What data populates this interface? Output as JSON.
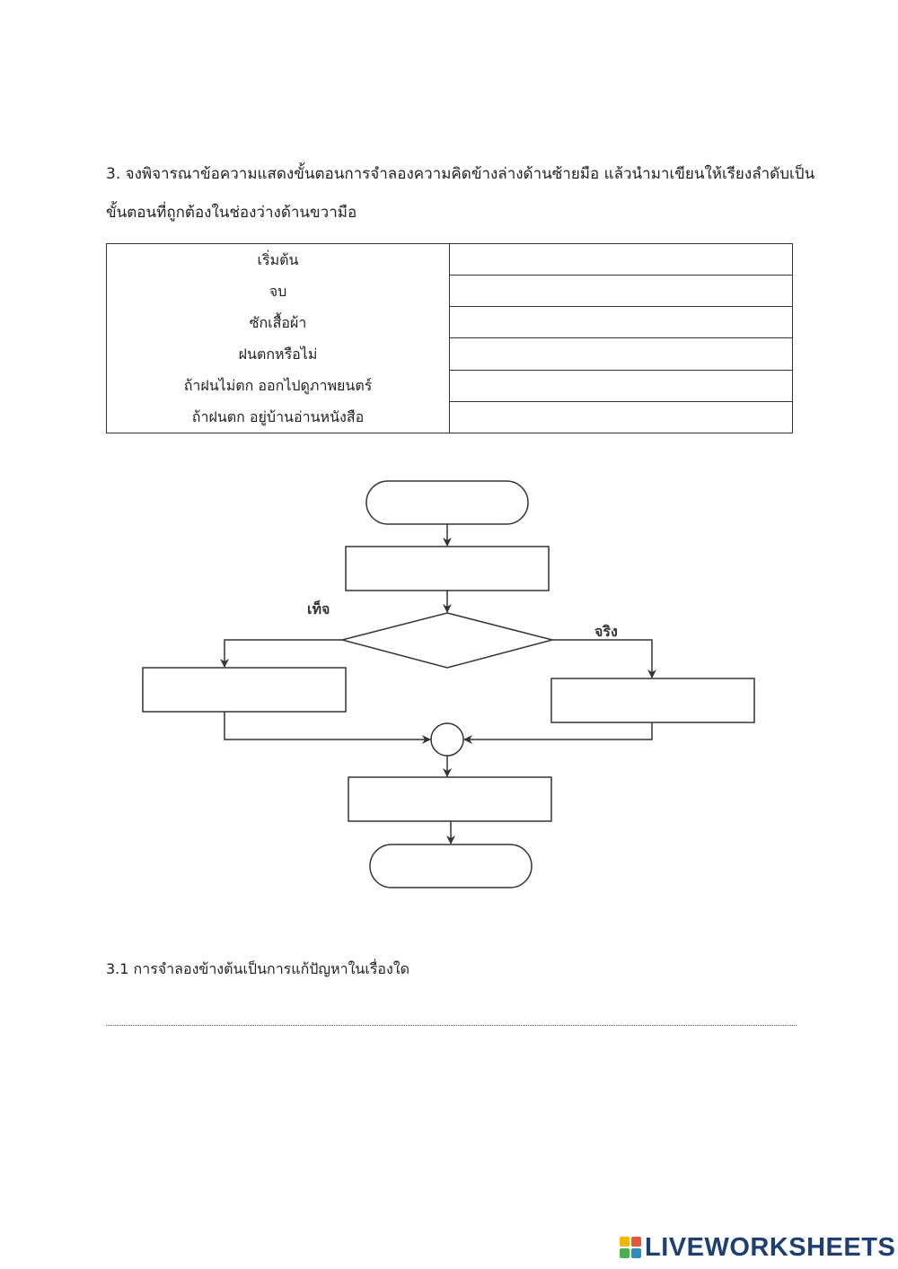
{
  "question": {
    "line1": "3. จงพิจารณาข้อความแสดงขั้นตอนการจำลองความคิดข้างล่างด้านซ้ายมือ แล้วนำมาเขียนให้เรียงลำดับเป็น",
    "line2": "ขั้นตอนที่ถูกต้องในช่องว่างด้านขวามือ"
  },
  "steps": [
    "เริ่มต้น",
    "จบ",
    "ซักเสื้อผ้า",
    "ฝนตกหรือไม่",
    "ถ้าฝนไม่ตก ออกไปดูภาพยนตร์",
    "ถ้าฝนตก อยู่บ้านอ่านหนังสือ"
  ],
  "answers": [
    "",
    "",
    "",
    "",
    "",
    ""
  ],
  "flowchart": {
    "false_label": "เท็จ",
    "true_label": "จริง",
    "line_color": "#333333"
  },
  "question_3_1": {
    "text": "3.1 การจำลองข้างต้นเป็นการแก้ปัญหาในเรื่องใด",
    "answer": ""
  },
  "brand": {
    "name": "LIVEWORKSHEETS",
    "color": "#1f3f73",
    "mark_colors": [
      "#f2b705",
      "#e2583e",
      "#4caf50",
      "#2e8bc0"
    ]
  }
}
